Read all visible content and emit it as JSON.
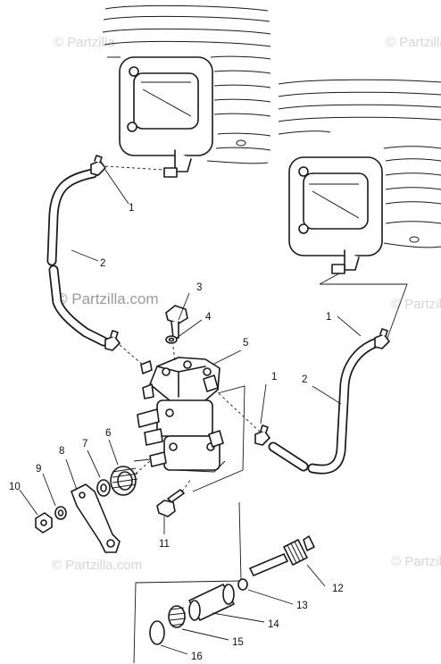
{
  "watermarks": {
    "brand": "© Partzilla",
    "brand_main": "© Partzilla.com",
    "brand_bottom": "© Partzilla.com"
  },
  "callouts": {
    "c1_top": "1",
    "c2_top": "2",
    "c3": "3",
    "c4": "4",
    "c5": "5",
    "c1_right": "1",
    "c1_right_hose": "1",
    "c2_right": "2",
    "c6": "6",
    "c7": "7",
    "c8": "8",
    "c9": "9",
    "c10": "10",
    "c11": "11",
    "c12": "12",
    "c13": "13",
    "c14": "14",
    "c15": "15",
    "c16": "16"
  },
  "colors": {
    "line": "#1a1a1a",
    "watermark": "#d6d6d6"
  }
}
